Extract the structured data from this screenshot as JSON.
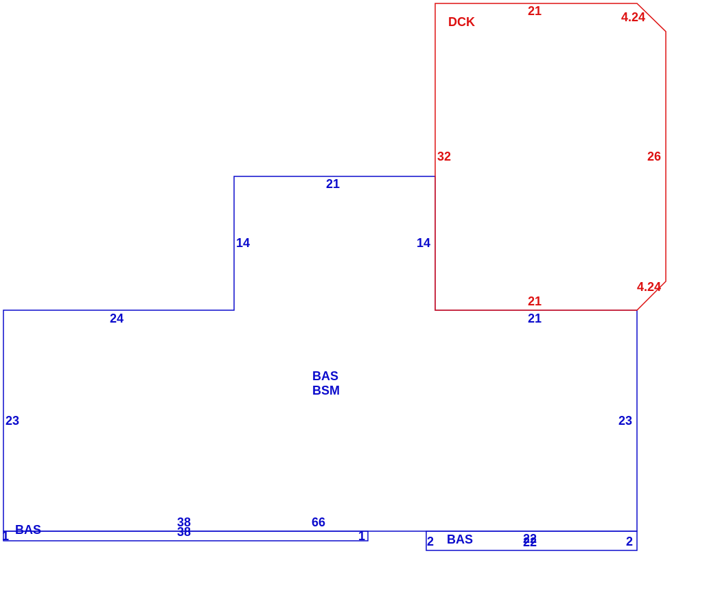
{
  "colors": {
    "main": "#0a0acc",
    "deck": "#dd1111",
    "background": "#ffffff"
  },
  "areas": {
    "main": {
      "code": "BAS",
      "sub_code": "BSM"
    },
    "deck": {
      "code": "DCK"
    },
    "left_strip": {
      "code": "BAS"
    },
    "right_strip": {
      "code": "BAS"
    }
  },
  "dimensions": {
    "main": {
      "top": "21",
      "upper_left_side": "14",
      "upper_right_side": "14",
      "left_shoulder": "24",
      "right_shoulder": "21",
      "left_side": "23",
      "right_side": "23",
      "bottom": "66"
    },
    "deck": {
      "top": "21",
      "top_right_diagonal": "4.24",
      "right_side": "26",
      "bottom_right_diagonal": "4.24",
      "bottom": "21",
      "left_side": "32"
    },
    "left_strip": {
      "top": "38",
      "bottom": "38",
      "left_end": "1",
      "right_end": "1"
    },
    "right_strip": {
      "top": "22",
      "bottom": "22",
      "left_end": "2",
      "right_end": "2"
    }
  }
}
